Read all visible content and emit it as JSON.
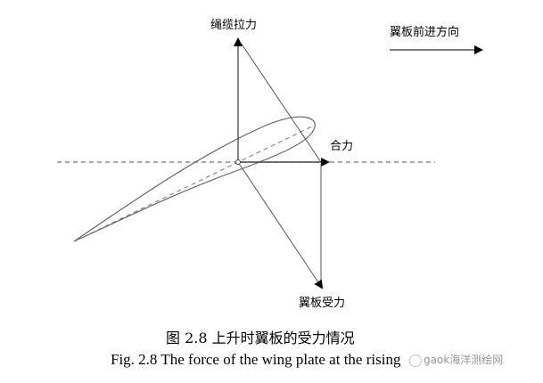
{
  "diagram": {
    "labels": {
      "cable_tension": "绳缆拉力",
      "direction_of_travel": "翼板前进方向",
      "resultant_force": "合力",
      "wing_force": "翼板受力"
    },
    "colors": {
      "line": "#555555",
      "arrow": "#000000",
      "text": "#000000",
      "dashed": "#777777"
    }
  },
  "caption": {
    "chinese": "图 2.8  上升时翼板的受力情况",
    "english": "Fig. 2.8 The force of the wing plate at the rising"
  },
  "watermark": {
    "text": "gaok海洋测绘网"
  }
}
